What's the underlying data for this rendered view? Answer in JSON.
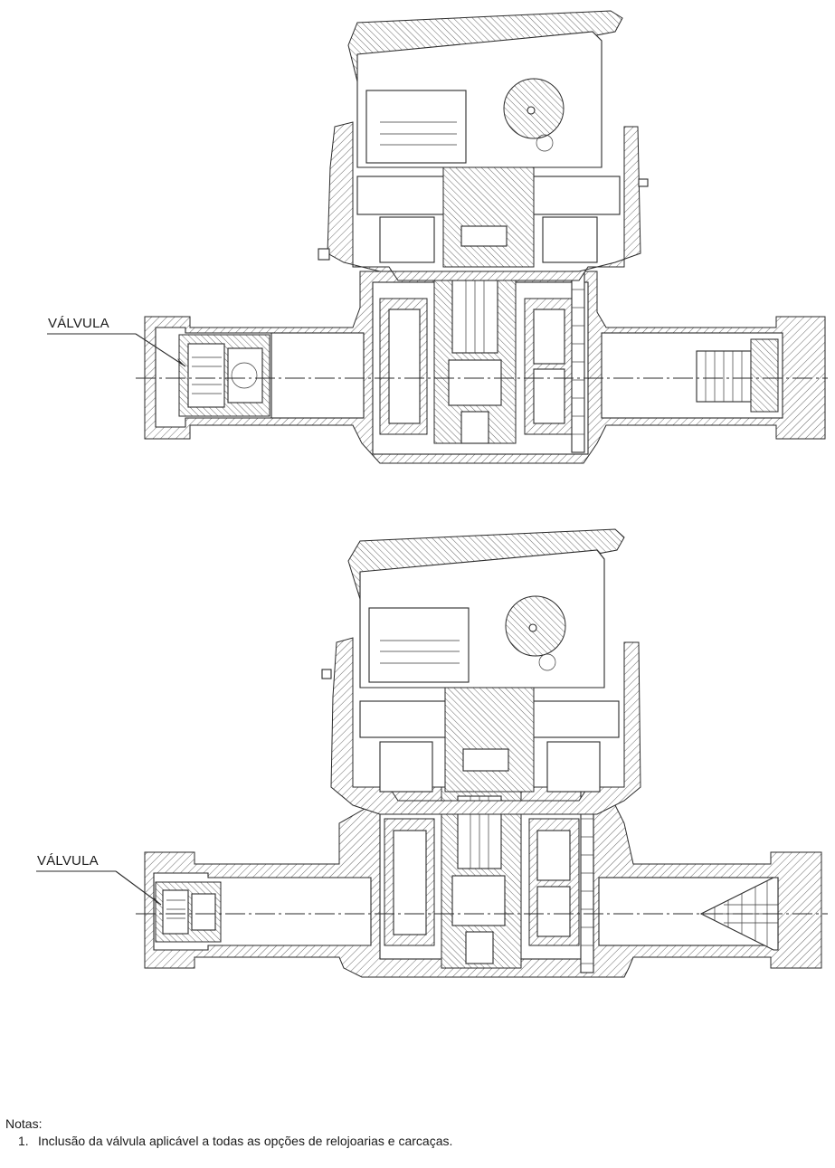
{
  "callouts": {
    "top": "VÁLVULA",
    "bottom": "VÁLVULA"
  },
  "notes": {
    "title": "Notas:",
    "items": [
      {
        "number": "1.",
        "text": "Inclusão da válvula aplicável a todas as opções de relojoarias e carcaças."
      }
    ]
  }
}
